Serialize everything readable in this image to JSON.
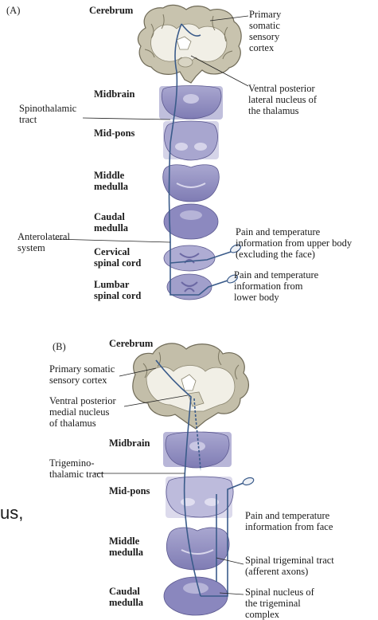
{
  "panel_a": {
    "label": "(A)",
    "levels": {
      "cerebrum": "Cerebrum",
      "midbrain": "Midbrain",
      "midpons": "Mid-pons",
      "middle_medulla": [
        "Middle",
        "medulla"
      ],
      "caudal_medulla": [
        "Caudal",
        "medulla"
      ],
      "cervical": [
        "Cervical",
        "spinal cord"
      ],
      "lumbar": [
        "Lumbar",
        "spinal cord"
      ]
    },
    "callouts": {
      "primary_cortex": [
        "Primary",
        "somatic",
        "sensory",
        "cortex"
      ],
      "vpl": [
        "Ventral posterior",
        "lateral nucleus of",
        "the thalamus"
      ],
      "spinothalamic": [
        "Spinothalamic",
        "tract"
      ],
      "anterolateral": [
        "Anterolateral",
        "system"
      ],
      "upper_body": [
        "Pain and temperature",
        "information from upper body",
        "(excluding the face)"
      ],
      "lower_body": [
        "Pain and temperature",
        "information from",
        "lower body"
      ]
    }
  },
  "panel_b": {
    "label": "(B)",
    "levels": {
      "cerebrum": "Cerebrum",
      "midbrain": "Midbrain",
      "midpons": "Mid-pons",
      "middle_medulla": [
        "Middle",
        "medulla"
      ],
      "caudal_medulla": [
        "Caudal",
        "medulla"
      ]
    },
    "callouts": {
      "primary_cortex": [
        "Primary somatic",
        "sensory cortex"
      ],
      "vpm": [
        "Ventral posterior",
        "medial nucleus",
        "of thalamus"
      ],
      "trigeminothalamic": [
        "Trigemino-",
        "thalamic tract"
      ],
      "face": [
        "Pain and temperature",
        "information from face"
      ],
      "spinal_tract": [
        "Spinal trigeminal tract",
        "(afferent axons)"
      ],
      "spinal_nucleus": [
        "Spinal nucleus of",
        "the trigeminal",
        "complex"
      ]
    }
  },
  "slide_fragment": "us,"
}
